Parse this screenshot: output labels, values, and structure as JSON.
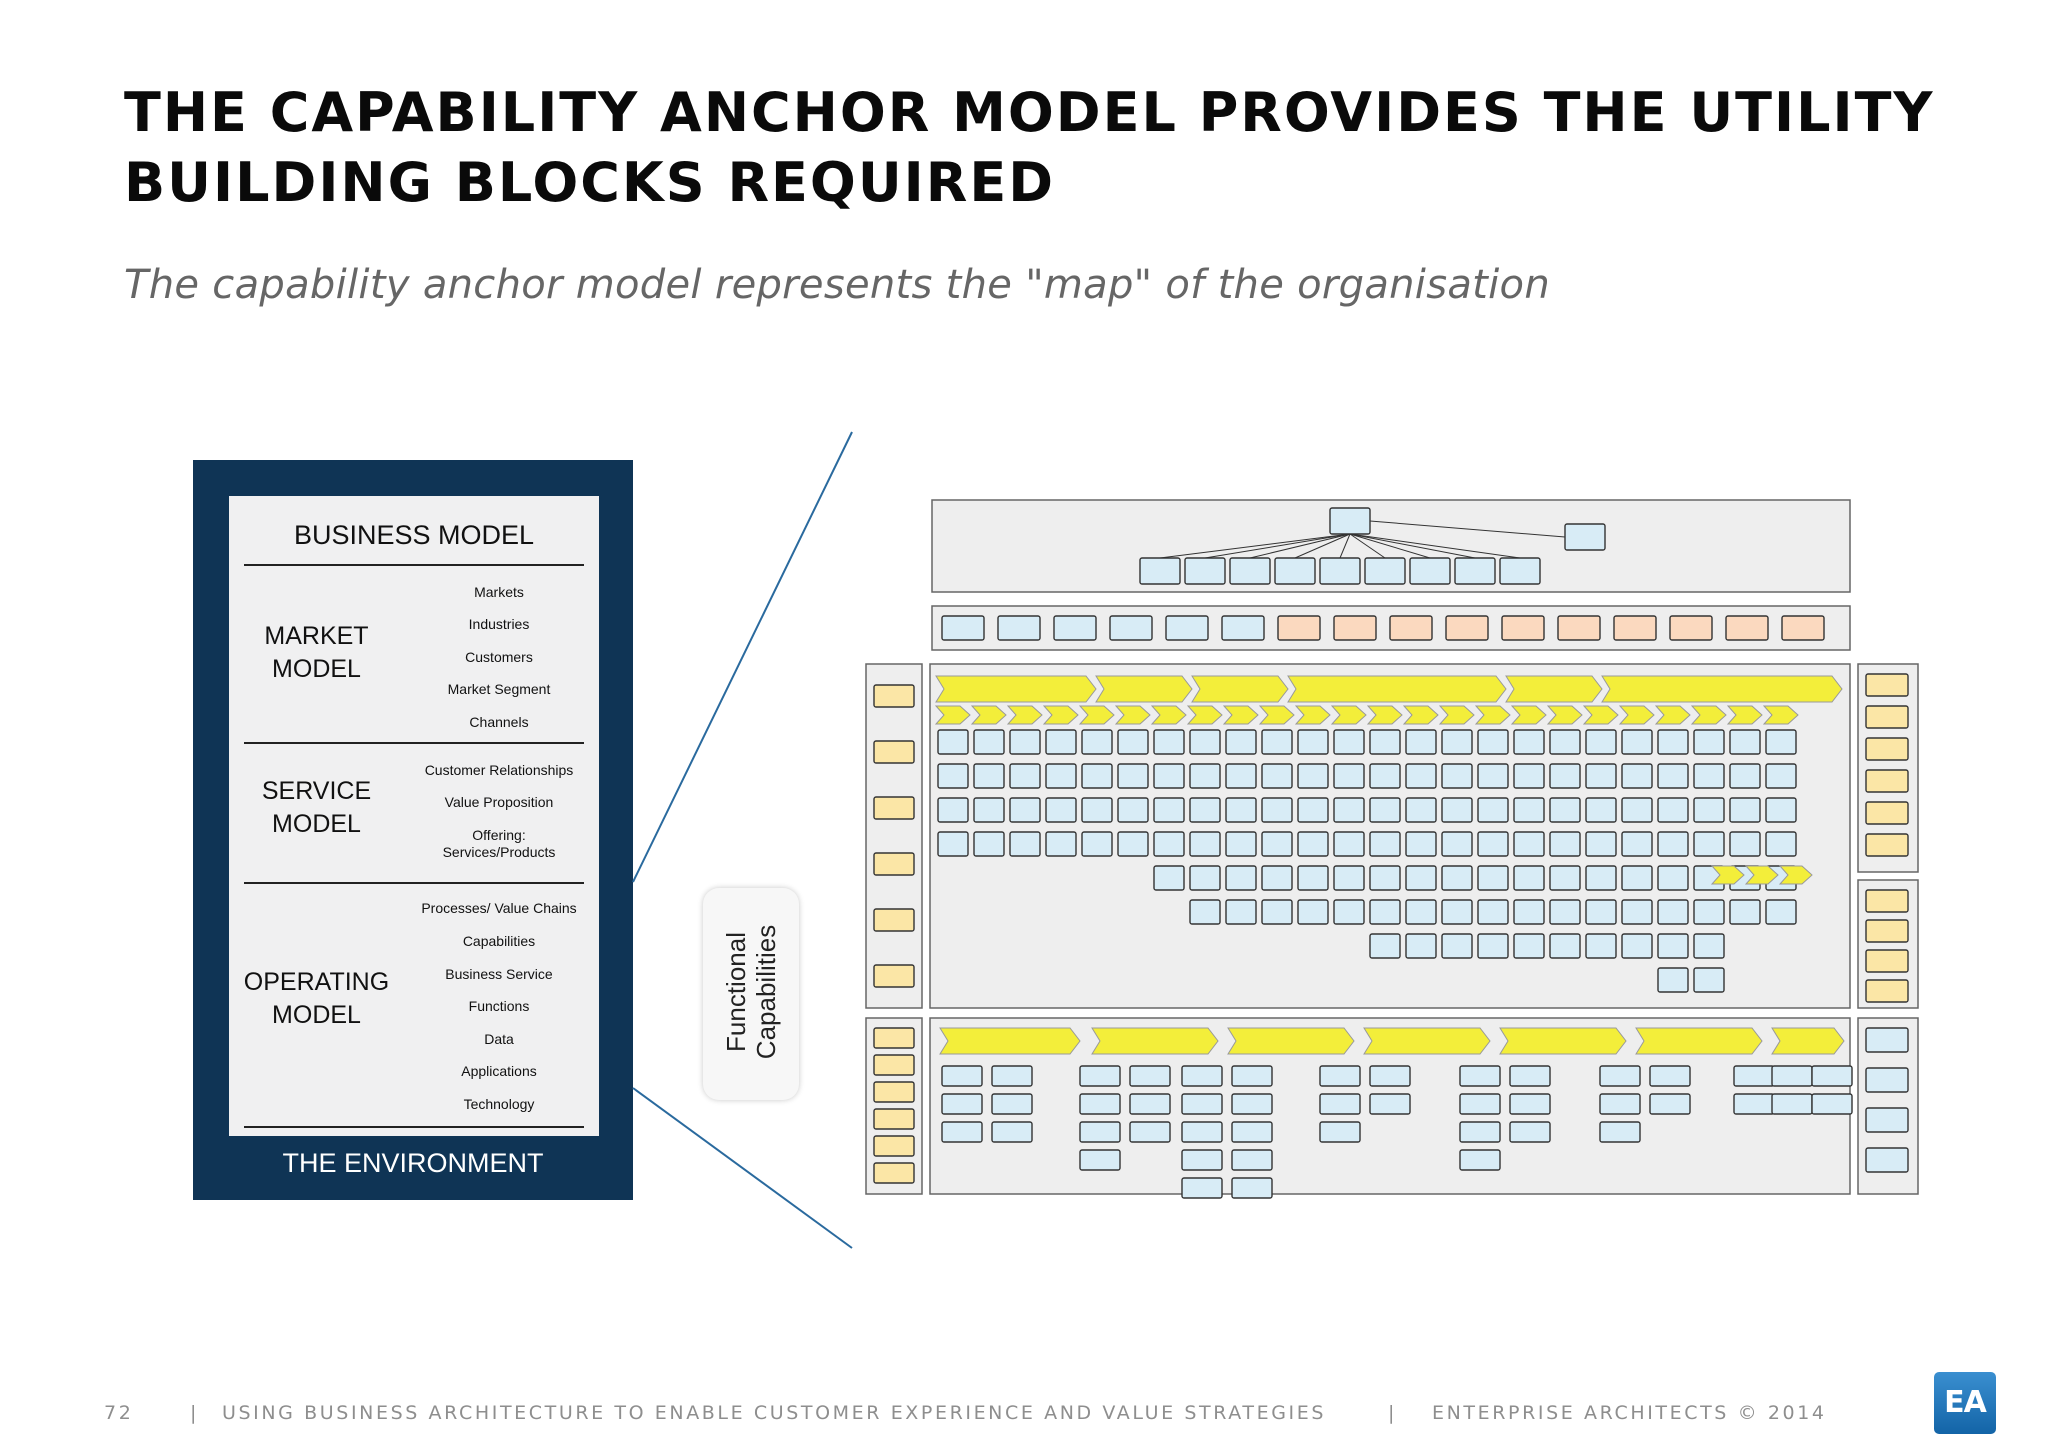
{
  "title": "THE CAPABILITY ANCHOR MODEL PROVIDES THE UTILITY BUILDING BLOCKS REQUIRED",
  "subtitle": "The capability anchor model represents the \"map\" of the organisation",
  "business_model": {
    "header": "BUSINESS MODEL",
    "market": {
      "label": "MARKET MODEL",
      "items": [
        "Markets",
        "Industries",
        "Customers",
        "Market Segment",
        "Channels"
      ]
    },
    "service": {
      "label": "SERVICE MODEL",
      "items": [
        "Customer Relationships",
        "Value Proposition",
        "Offering:",
        "Services/Products"
      ]
    },
    "operating": {
      "label": "OPERATING MODEL",
      "items": [
        "Processes/ Value Chains",
        "Capabilities",
        "Business Service",
        "Functions",
        "Data",
        "Applications",
        "Technology"
      ]
    },
    "environment": "THE ENVIRONMENT"
  },
  "functional_capabilities": "Functional Capabilities",
  "colors": {
    "panel_navy": "#0f3455",
    "chevron_yellow": "#f3ee3a",
    "box_blue": "#d8ecf6",
    "box_orange": "#fbd9bf",
    "box_sand": "#fbe6a6",
    "connector": "#2a6a9e"
  },
  "footer": {
    "page_number": "72",
    "sep1": "|",
    "presentation": "USING BUSINESS ARCHITECTURE TO ENABLE CUSTOMER EXPERIENCE AND VALUE STRATEGIES",
    "sep2": "|",
    "company": "ENTERPRISE ARCHITECTS © 2014",
    "logo": "EA"
  }
}
